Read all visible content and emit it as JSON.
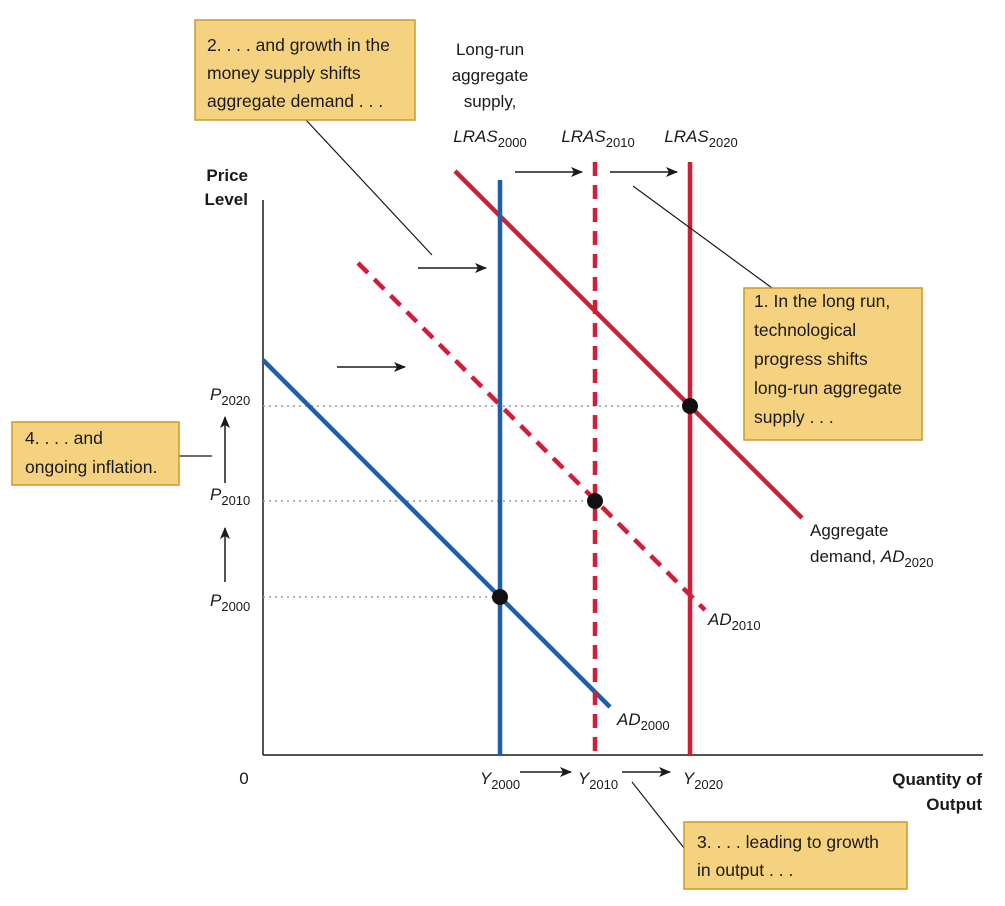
{
  "axes": {
    "y_label": [
      "Price",
      "Level"
    ],
    "x_label": [
      "Quantity of",
      "Output"
    ],
    "origin": "0"
  },
  "lras_heading": [
    "Long-run",
    "aggregate",
    "supply,"
  ],
  "curves": {
    "lras_2000": {
      "main": "LRAS",
      "sub": "2000"
    },
    "lras_2010": {
      "main": "LRAS",
      "sub": "2010"
    },
    "lras_2020": {
      "main": "LRAS",
      "sub": "2020"
    },
    "ad_2000": {
      "main": "AD",
      "sub": "2000"
    },
    "ad_2010": {
      "main": "AD",
      "sub": "2010"
    },
    "ad_2020": {
      "line1": "Aggregate",
      "line2_prefix": "demand, ",
      "main": "AD",
      "sub": "2020"
    }
  },
  "price_ticks": [
    {
      "main": "P",
      "sub": "2020"
    },
    {
      "main": "P",
      "sub": "2010"
    },
    {
      "main": "P",
      "sub": "2000"
    }
  ],
  "output_ticks": [
    {
      "main": "Y",
      "sub": "2000"
    },
    {
      "main": "Y",
      "sub": "2010"
    },
    {
      "main": "Y",
      "sub": "2020"
    }
  ],
  "callouts": {
    "box1": [
      "1. In the long run,",
      "technological",
      "progress shifts",
      "long-run aggregate",
      "supply . . ."
    ],
    "box2": [
      "2. . . . and growth in the",
      "money supply shifts",
      "aggregate demand . . ."
    ],
    "box3": [
      "3. . . . leading to growth",
      "in output . . ."
    ],
    "box4": [
      "4. . . . and",
      "ongoing inflation."
    ]
  },
  "colors": {
    "blue": "#1f5fa8",
    "red": "#cf1f36",
    "box_fill": "#f5d27f",
    "box_border": "#c99a2e",
    "axis": "#1a1a1a",
    "dotted": "#9a9a9a"
  }
}
